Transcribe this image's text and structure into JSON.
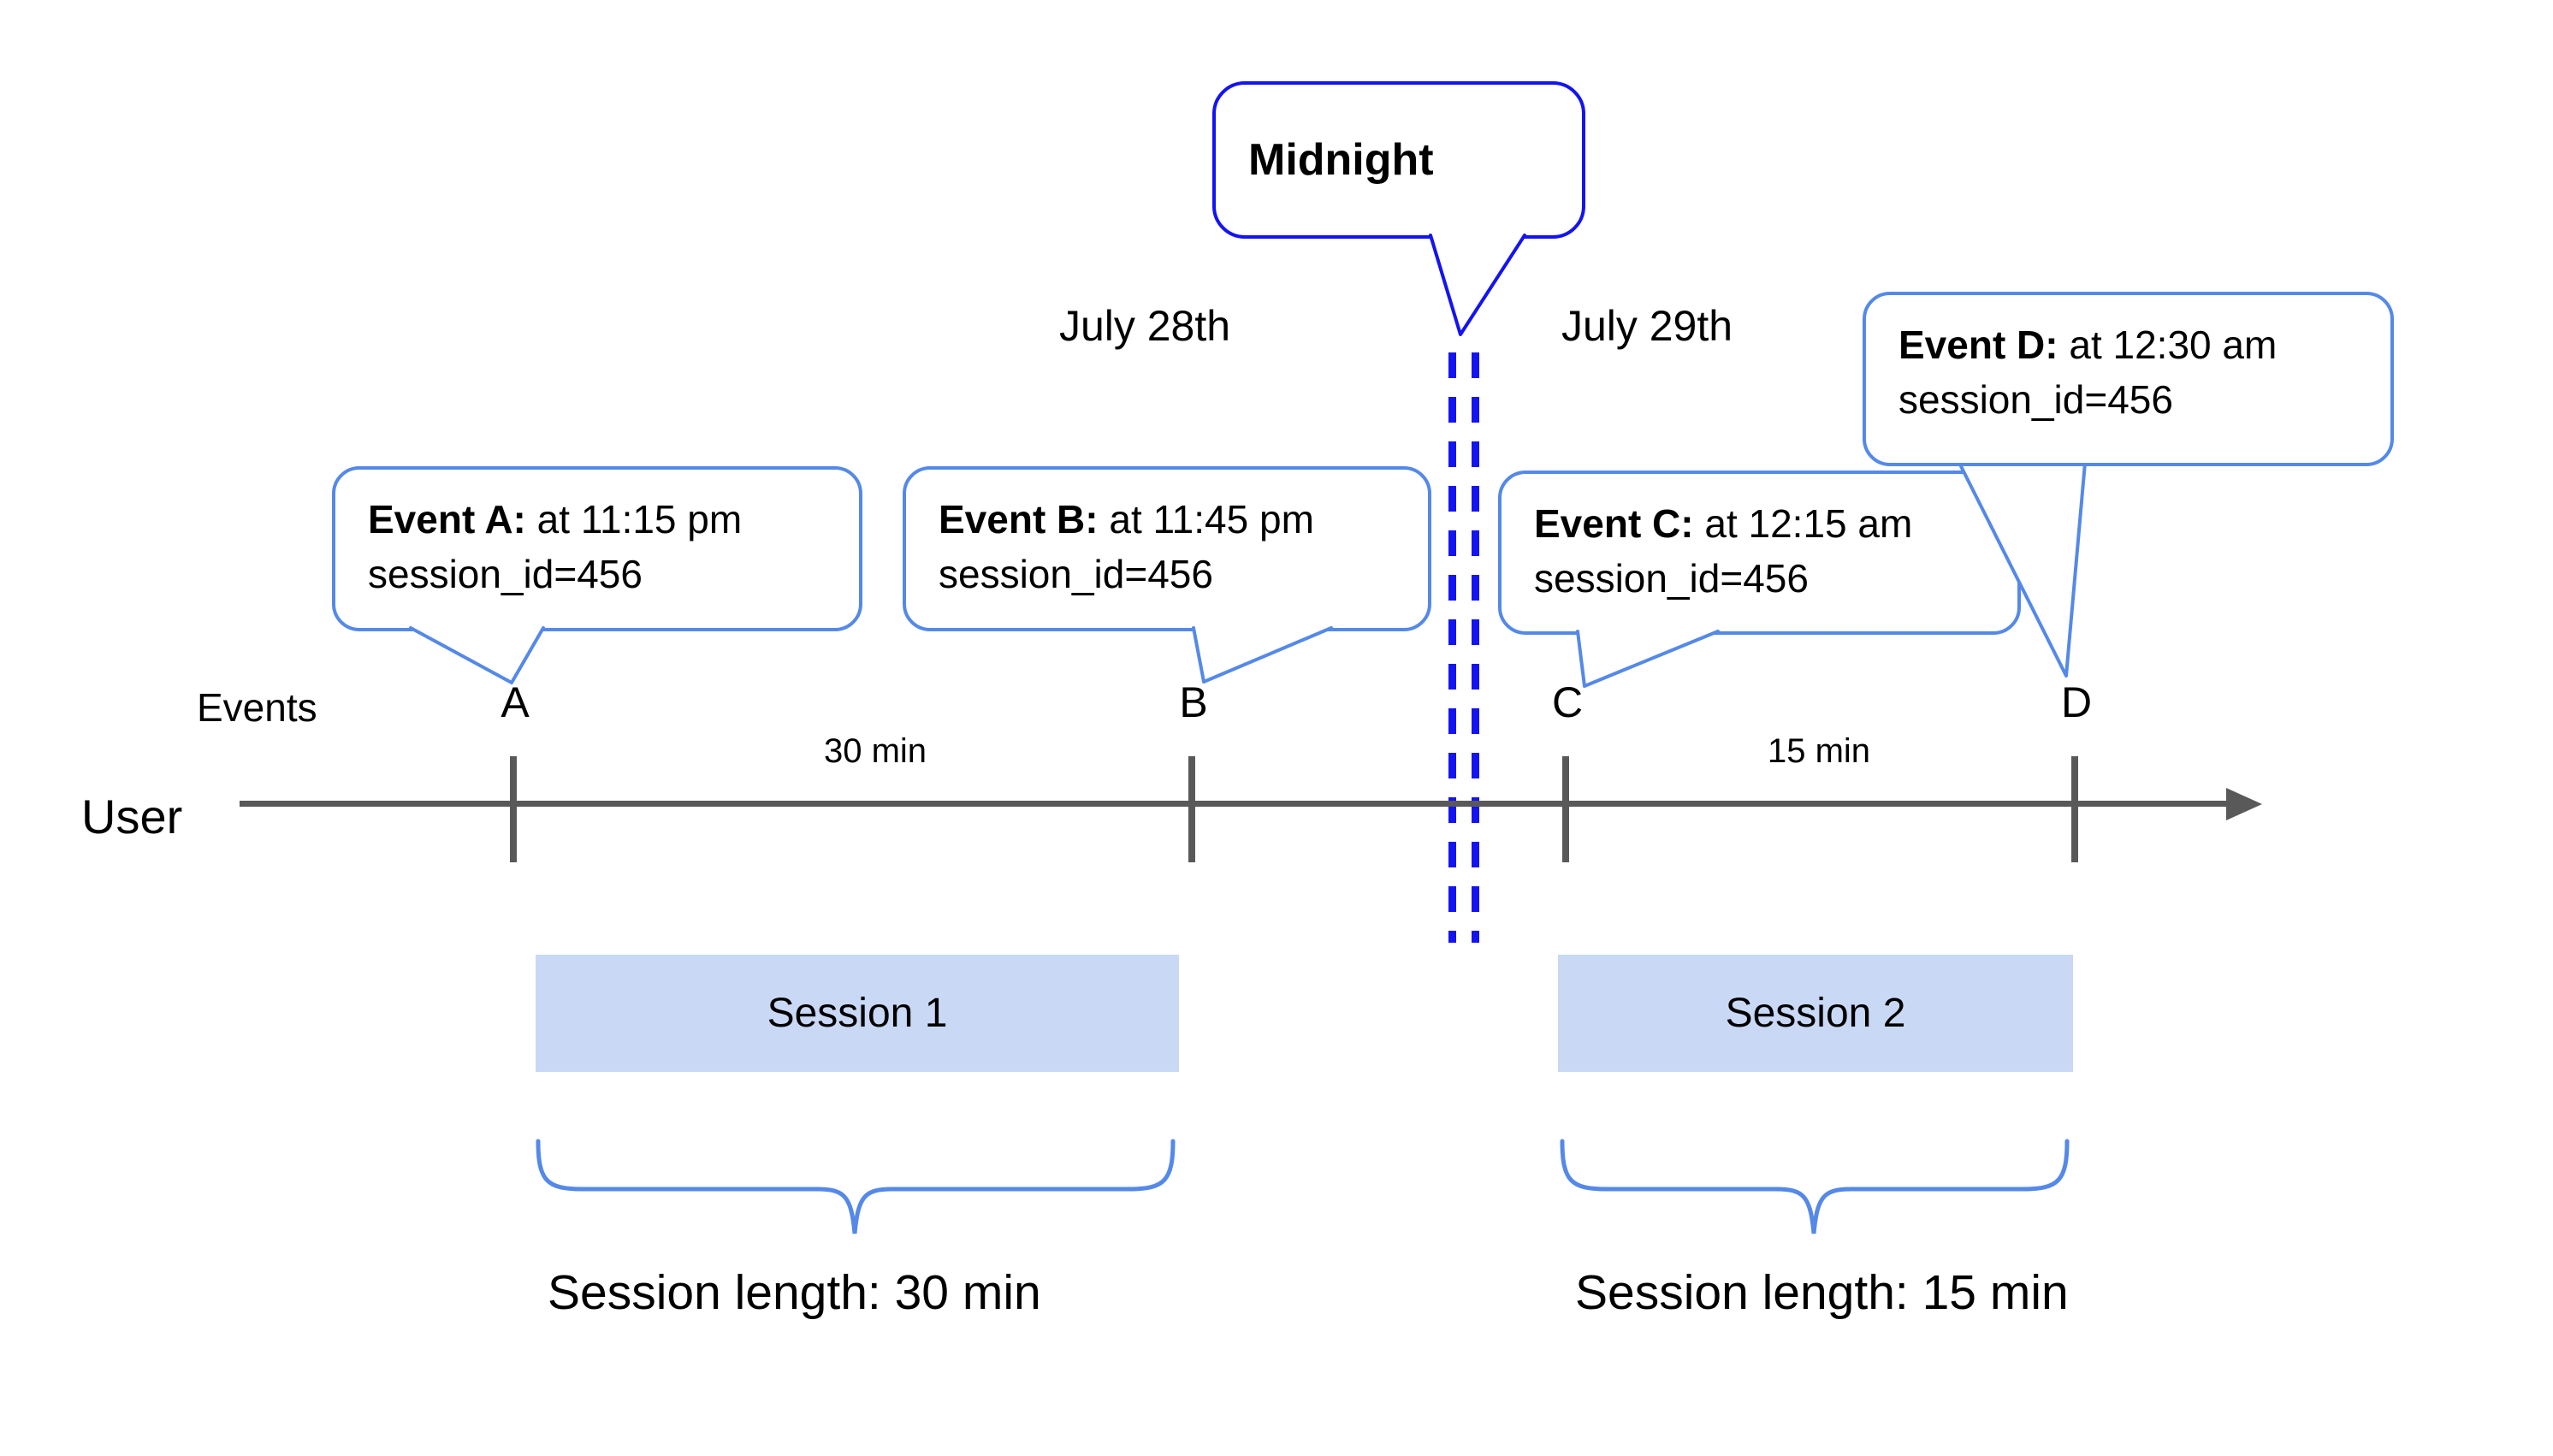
{
  "diagram": {
    "midnight": {
      "label": "Midnight"
    },
    "dates": {
      "left": "July 28th",
      "right": "July 29th"
    },
    "callouts": [
      {
        "name": "Event A:",
        "time": " at 11:15 pm",
        "detail": "session_id=456"
      },
      {
        "name": "Event B:",
        "time": " at 11:45 pm",
        "detail": "session_id=456"
      },
      {
        "name": "Event C:",
        "time": " at 12:15 am",
        "detail": "session_id=456"
      },
      {
        "name": "Event D:",
        "time": " at 12:30 am",
        "detail": "session_id=456"
      }
    ],
    "axis": {
      "events_label": "Events",
      "user_label": "User",
      "letters": [
        "A",
        "B",
        "C",
        "D"
      ],
      "gaps": [
        "30 min",
        "15 min"
      ]
    },
    "sessions": [
      {
        "label": "Session 1",
        "length_label": "Session length: 30 min"
      },
      {
        "label": "Session 2",
        "length_label": "Session length: 15 min"
      }
    ]
  },
  "colors": {
    "blue-strong": "#1414f0",
    "blue-light": "#5589e8",
    "session-fill": "#c9d8f5",
    "axis-gray": "#595959",
    "text": "#000000"
  }
}
